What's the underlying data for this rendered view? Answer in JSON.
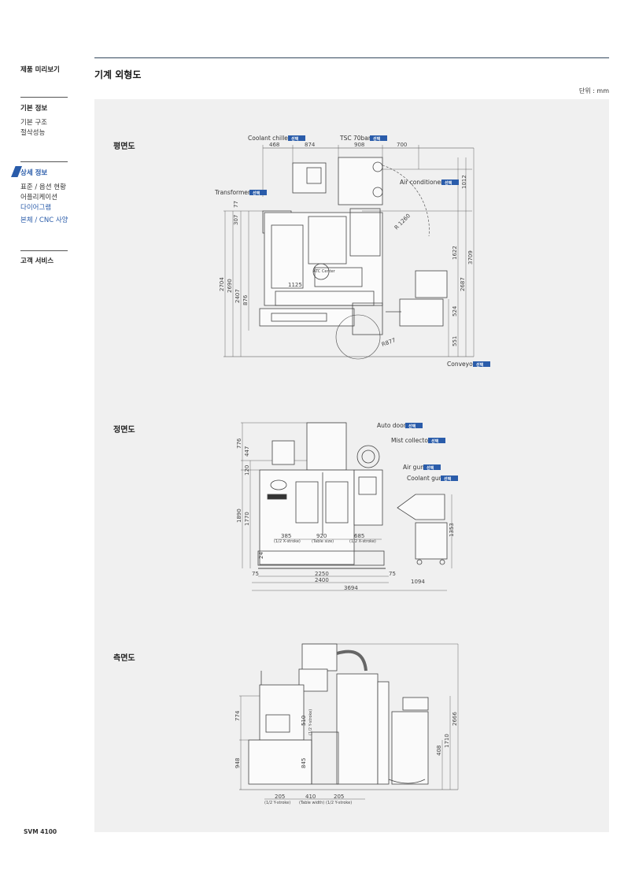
{
  "sidebar": {
    "preview": "제품 미리보기",
    "basic_info": "기본 정보",
    "basic_structure": "기본 구조",
    "cutting_performance": "절삭성능",
    "detail_info": "상세 정보",
    "std_option": "표준 / 옵션 현황",
    "application": "어플리케이션",
    "diagram": "다이어그램",
    "body_cnc": "본체 / CNC 사양",
    "customer_service": "고객 서비스",
    "model": "SVM 4100"
  },
  "page": {
    "title": "기계 외형도",
    "unit": "단위 : mm"
  },
  "badge": "선택",
  "plan_view": {
    "label": "평면도",
    "callouts": {
      "coolant_chiller": "Coolant chiller",
      "tsc": "TSC 70bar",
      "air_conditioner": "Air conditioner",
      "transformer": "Transformer",
      "conveyor": "Conveyor",
      "atc": "ATC Center"
    },
    "dims": {
      "d468": "468",
      "d874": "874",
      "d908": "908",
      "d700": "700",
      "d1012": "1012",
      "d1622": "1622",
      "d3709": "3709",
      "d2687": "2687",
      "d524": "524",
      "d551": "551",
      "d77": "77",
      "d307": "307",
      "d2704": "2704",
      "d2690": "2690",
      "d2407": "2407",
      "d876": "876",
      "d1125": "1125",
      "r1260": "R 1260",
      "r877": "R877"
    }
  },
  "front_view": {
    "label": "정면도",
    "callouts": {
      "auto_door": "Auto door",
      "mist_collector": "Mist collector",
      "air_gun": "Air gun",
      "coolant_gun": "Coolant gun"
    },
    "dims": {
      "d776": "776",
      "d447": "447",
      "d120": "120",
      "d1890": "1890",
      "d1770": "1770",
      "d1353": "1353",
      "d24": "24",
      "d385": "385",
      "d920": "920",
      "d685": "685",
      "d75a": "75",
      "d2250": "2250",
      "d75b": "75",
      "d1094": "1094",
      "d2400": "2400",
      "d3694": "3694"
    },
    "subs": {
      "left_stroke": "(1/2 X-stroke)",
      "table_size": "(Table size)",
      "right_stroke": "(1/2 X-stroke)"
    }
  },
  "side_view": {
    "label": "측면도",
    "dims": {
      "d774": "774",
      "d948": "948",
      "d510": "510",
      "d845": "845",
      "d2666": "2666",
      "d1710": "1710",
      "d408": "408",
      "d205a": "205",
      "d410": "410",
      "d205b": "205"
    },
    "subs": {
      "center": "(1/2 Y-stroke)",
      "stroke_a": "(1/2 Y-stroke)",
      "table_width": "(Table width)",
      "stroke_b": "(1/2 Y-stroke)"
    }
  }
}
